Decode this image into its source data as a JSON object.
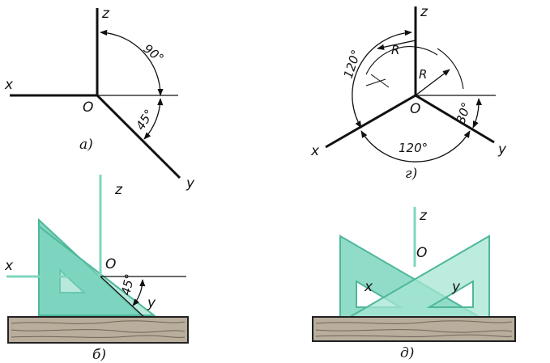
{
  "colors": {
    "ink": "#111111",
    "triangle_fill": "#7ed6bf",
    "triangle_stroke": "#4fb79b",
    "triangle_fill_light": "#a6e6d3",
    "wood_fill": "#b9ad9c",
    "wood_grain": "#6f6658"
  },
  "fig_a": {
    "axis_z": "z",
    "axis_x": "x",
    "axis_y": "y",
    "origin": "O",
    "angle_top": "90°",
    "angle_bottom": "45°",
    "caption": "а)"
  },
  "fig_g": {
    "axis_z": "z",
    "axis_x": "x",
    "axis_y": "y",
    "origin": "O",
    "radius_1": "R",
    "radius_2": "R",
    "angle_left": "120°",
    "angle_bottom": "120°",
    "angle_right": "30°",
    "caption": "г)"
  },
  "fig_b": {
    "axis_z": "z",
    "axis_x": "x",
    "axis_y": "y",
    "origin": "O",
    "angle": "45°",
    "caption": "б)"
  },
  "fig_d": {
    "axis_z": "z",
    "axis_x": "x",
    "axis_y": "y",
    "origin": "O",
    "caption": "д)"
  }
}
